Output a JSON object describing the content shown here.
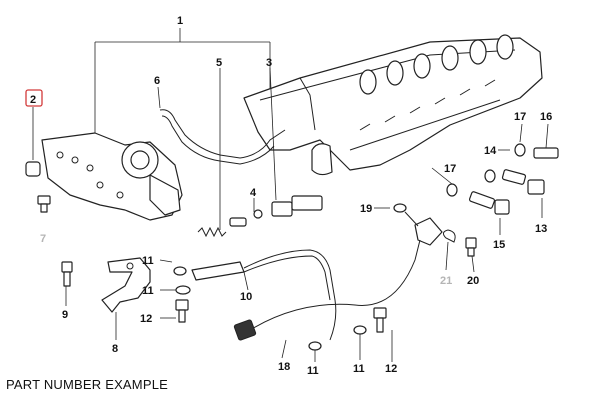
{
  "diagram": {
    "caption": "PART NUMBER EXAMPLE",
    "highlighted_label": "2",
    "labels": {
      "l1": "1",
      "l2": "2",
      "l3": "3",
      "l4": "4",
      "l5": "5",
      "l6": "6",
      "l7": "7",
      "l8": "8",
      "l9": "9",
      "l10": "10",
      "l11a": "11",
      "l11b": "11",
      "l11c": "11",
      "l11d": "11",
      "l12a": "12",
      "l12b": "12",
      "l13": "13",
      "l14": "14",
      "l15": "15",
      "l16": "16",
      "l17a": "17",
      "l17b": "17",
      "l18": "18",
      "l19": "19",
      "l20": "20",
      "l21": "21"
    },
    "colors": {
      "highlight": "#d23a3a",
      "faded_label": "#b5b5b5",
      "ink": "#222222"
    }
  }
}
